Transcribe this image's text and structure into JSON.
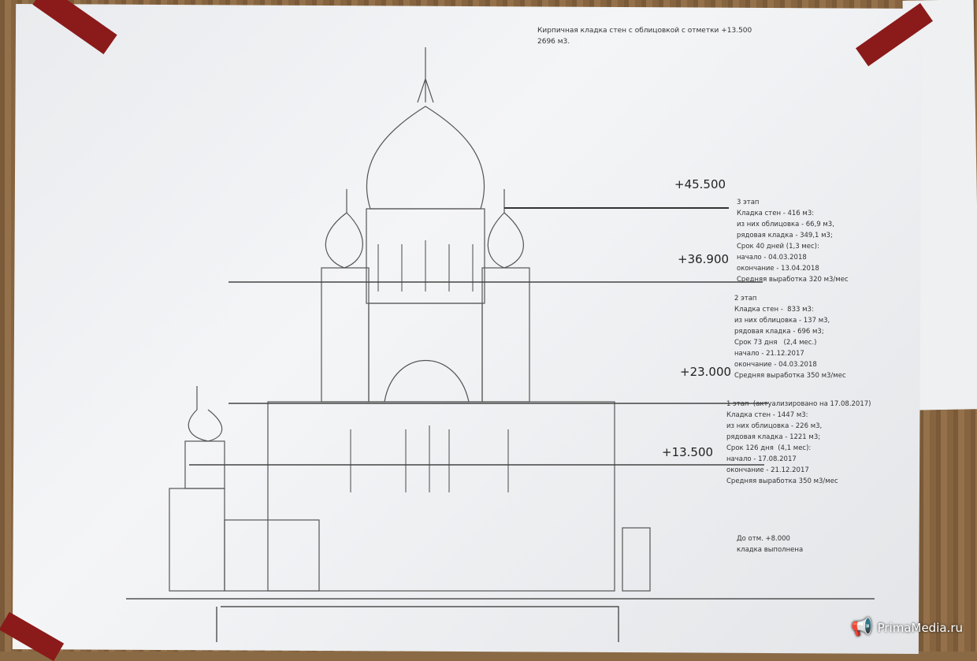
{
  "header_note": [
    "Кирпичная кладка стен с облицовкой с отметки +13.500",
    "2696 м3."
  ],
  "levels": [
    "+45.500",
    "+36.900",
    "+23.000",
    "+13.500"
  ],
  "stage3": [
    "3 этап",
    "Кладка стен - 416 м3:",
    "из них облицовка - 66,9 м3,",
    "рядовая кладка - 349,1 м3;",
    "Срок 40 дней (1,3 мес):",
    "начало - 04.03.2018",
    "окончание - 13.04.2018",
    "Средняя выработка 320 м3/мес"
  ],
  "stage2": [
    "2 этап",
    "Кладка стен -  833 м3:",
    "из них облицовка - 137 м3,",
    "рядовая кладка - 696 м3;",
    "Срок 73 дня   (2,4 мес.)",
    "начало - 21.12.2017",
    "окончание - 04.03.2018",
    "Средняя выработка 350 м3/мес"
  ],
  "stage1": [
    "1 этап  (актуализировано на 17.08.2017)",
    "Кладка стен - 1447 м3:",
    "из них облицовка - 226 м3,",
    "рядовая кладка - 1221 м3;",
    "Срок 126 дня  (4,1 мес):",
    "начало - 17.08.2017",
    "окончание - 21.12.2017",
    "Средняя выработка 350 м3/мес"
  ],
  "done": [
    "До отм. +8.000",
    "кладка выполнена"
  ],
  "watermark": "PrimaMedia.ru"
}
